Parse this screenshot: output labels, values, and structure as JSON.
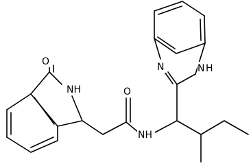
{
  "molecule": {
    "atoms": [
      {
        "id": "O",
        "label": "O"
      },
      {
        "id": "NH_lactam",
        "label": "NH"
      },
      {
        "id": "O_amide",
        "label": "O"
      },
      {
        "id": "NH_amide",
        "label": "NH"
      },
      {
        "id": "N_imid",
        "label": "N"
      },
      {
        "id": "H_imid",
        "label": "H"
      },
      {
        "id": "N_imid_h",
        "label": "N"
      }
    ]
  },
  "colors": {
    "bond": "#000000",
    "background": "#ffffff"
  }
}
